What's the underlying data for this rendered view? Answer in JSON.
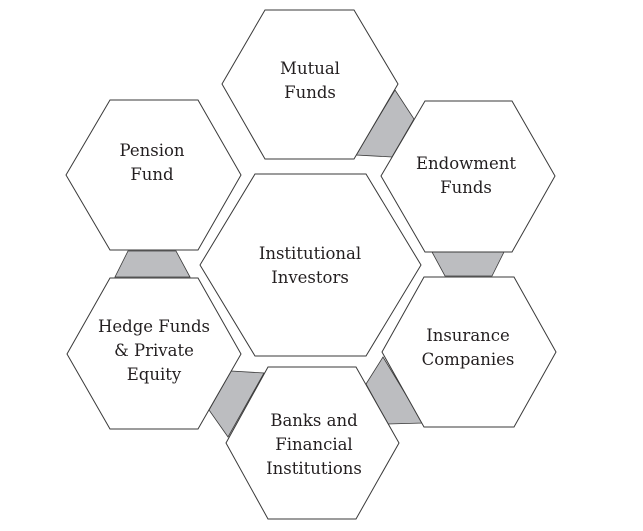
{
  "diagram": {
    "center": {
      "lines": [
        "Institutional",
        "Investors"
      ]
    },
    "nodes": [
      {
        "id": "mutual-funds",
        "lines": [
          "Mutual",
          "Funds"
        ]
      },
      {
        "id": "endowment-funds",
        "lines": [
          "Endowment",
          "Funds"
        ]
      },
      {
        "id": "insurance-companies",
        "lines": [
          "Insurance",
          "Companies"
        ]
      },
      {
        "id": "banks",
        "lines": [
          "Banks and",
          "Financial",
          "Institutions"
        ]
      },
      {
        "id": "hedge-funds",
        "lines": [
          "Hedge Funds",
          "& Private",
          "Equity"
        ]
      },
      {
        "id": "pension-fund",
        "lines": [
          "Pension",
          "Fund"
        ]
      }
    ]
  },
  "colors": {
    "connector": "#bcbdc0",
    "stroke": "#3a3a3a",
    "text": "#231f20"
  }
}
